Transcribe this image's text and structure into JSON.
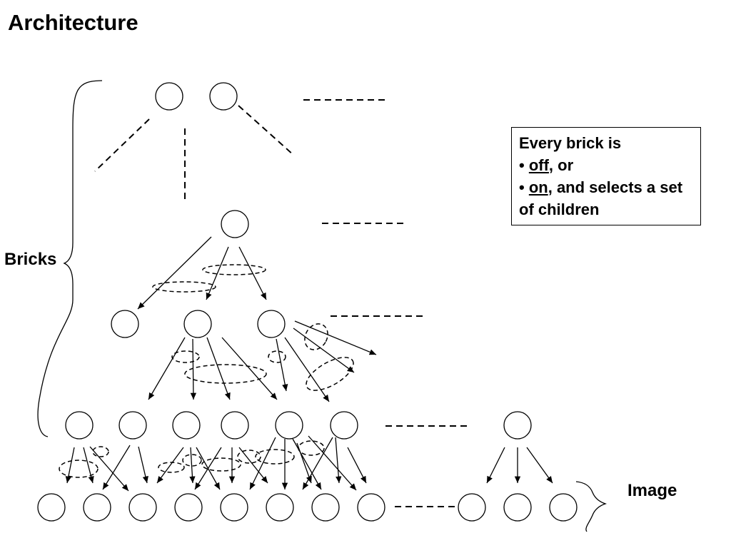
{
  "title": "Architecture",
  "labels": {
    "bricks": "Bricks",
    "image": "Image"
  },
  "info_box": {
    "heading": "Every brick is",
    "bullet1_keyword": "off",
    "bullet1_rest": ", or",
    "bullet2_keyword": "on",
    "bullet2_rest": ", and selects a set of children"
  },
  "colors": {
    "ink": "#000000",
    "background": "#ffffff"
  }
}
